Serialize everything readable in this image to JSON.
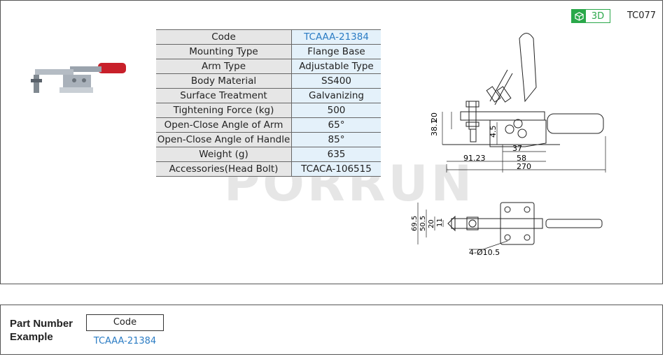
{
  "header": {
    "badge_3d": "3D",
    "series_code": "TC077",
    "badge_icon": "cube-icon",
    "accent_color": "#2aa84a"
  },
  "watermark": "PORRUN",
  "specs": [
    {
      "key": "Code",
      "value": "TCAAA-21384"
    },
    {
      "key": "Mounting Type",
      "value": "Flange Base"
    },
    {
      "key": "Arm Type",
      "value": "Adjustable Type"
    },
    {
      "key": "Body Material",
      "value": "SS400"
    },
    {
      "key": "Surface Treatment",
      "value": "Galvanizing"
    },
    {
      "key": "Tightening Force (kg)",
      "value": "500"
    },
    {
      "key": "Open-Close Angle of Arm",
      "value": "65°"
    },
    {
      "key": "Open-Close  Angle of Handle",
      "value": "85°"
    },
    {
      "key": "Weight (g)",
      "value": "635"
    },
    {
      "key": "Accessories(Head Bolt)",
      "value": "TCACA-106515"
    }
  ],
  "drawing_side": {
    "dims": [
      "20",
      "38.1",
      "4.5",
      "91.23",
      "37",
      "58",
      "270"
    ]
  },
  "drawing_top": {
    "dims": [
      "69.5",
      "50.5",
      "20",
      "11",
      "4-Ø10.5"
    ]
  },
  "part_number": {
    "title_line1": "Part Number",
    "title_line2": "Example",
    "code_header": "Code",
    "code_value": "TCAAA-21384"
  }
}
